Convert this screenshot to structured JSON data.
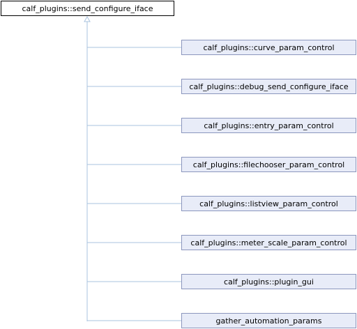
{
  "base_class": {
    "label": "calf_plugins::send_configure_iface"
  },
  "derived_classes": [
    {
      "label": "calf_plugins::curve_param_control"
    },
    {
      "label": "calf_plugins::debug_send_configure_iface"
    },
    {
      "label": "calf_plugins::entry_param_control"
    },
    {
      "label": "calf_plugins::filechooser_param_control"
    },
    {
      "label": "calf_plugins::listview_param_control"
    },
    {
      "label": "calf_plugins::meter_scale_param_control"
    },
    {
      "label": "calf_plugins::plugin_gui"
    },
    {
      "label": "gather_automation_params"
    }
  ],
  "colors": {
    "edge": "#a9c3df",
    "derived_fill": "#e8ecf8",
    "derived_border": "#8b96bd",
    "base_border": "#000000"
  }
}
